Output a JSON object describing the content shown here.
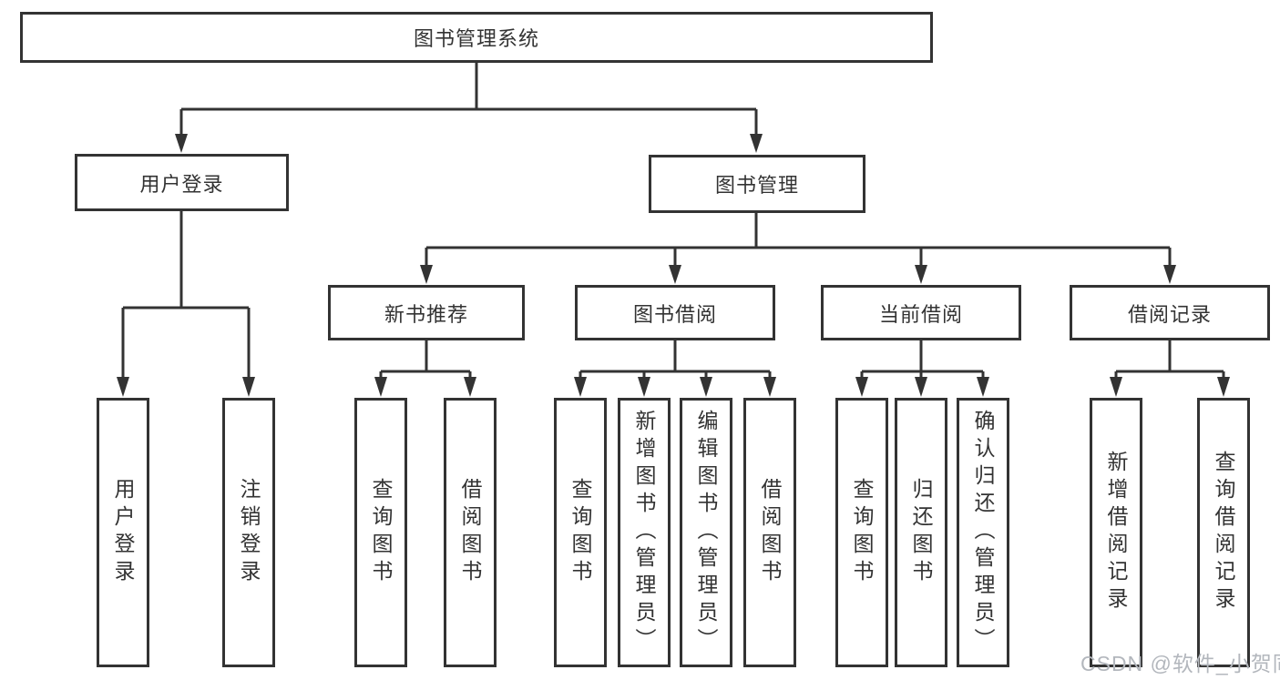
{
  "tree": {
    "root": "图书管理系统",
    "branches": [
      {
        "label": "用户登录",
        "children": [
          "用户登录",
          "注销登录"
        ]
      },
      {
        "label": "图书管理",
        "groups": [
          {
            "label": "新书推荐",
            "children": [
              "查询图书",
              "借阅图书"
            ]
          },
          {
            "label": "图书借阅",
            "children": [
              "查询图书",
              "新增图书（管理员）",
              "编辑图书（管理员）",
              "借阅图书"
            ]
          },
          {
            "label": "当前借阅",
            "children": [
              "查询图书",
              "归还图书",
              "确认归还（管理员）"
            ]
          },
          {
            "label": "借阅记录",
            "children": [
              "新增借阅记录",
              "查询借阅记录"
            ]
          }
        ]
      }
    ]
  },
  "colors": {
    "line": "#333333",
    "box_fill": "#ffffff",
    "text": "#333333",
    "watermark": "#b3b7bd"
  },
  "watermark": {
    "text": "CSDN @软件_小贺同学"
  }
}
